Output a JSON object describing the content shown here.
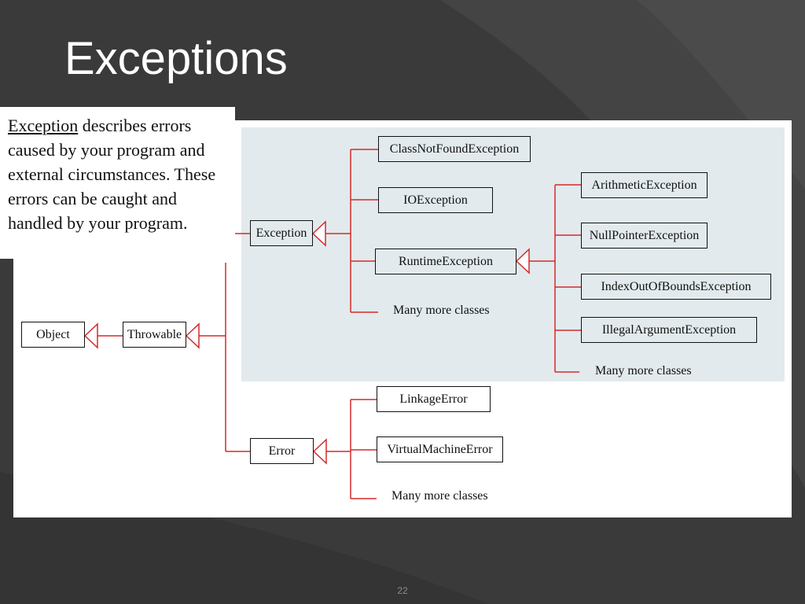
{
  "slide": {
    "title": "Exceptions",
    "page_number": "22"
  },
  "description": {
    "term": "Exception",
    "text": " describes errors caused by your program and external circumstances. These errors can be caught and handled by your program."
  },
  "hierarchy": {
    "object": "Object",
    "throwable": "Throwable",
    "exception": {
      "label": "Exception",
      "children": [
        "ClassNotFoundException",
        "IOException",
        "RuntimeException"
      ],
      "more": "Many more classes"
    },
    "runtime": {
      "children": [
        "ArithmeticException",
        "NullPointerException",
        "IndexOutOfBoundsException",
        "IllegalArgumentException"
      ],
      "more": "Many more classes"
    },
    "error": {
      "label": "Error",
      "children": [
        "LinkageError",
        "VirtualMachineError"
      ],
      "more": "Many more classes"
    }
  },
  "colors": {
    "background": "#3a3a3a",
    "connector": "#d42a2a",
    "exception_region": "#e2eaed"
  }
}
